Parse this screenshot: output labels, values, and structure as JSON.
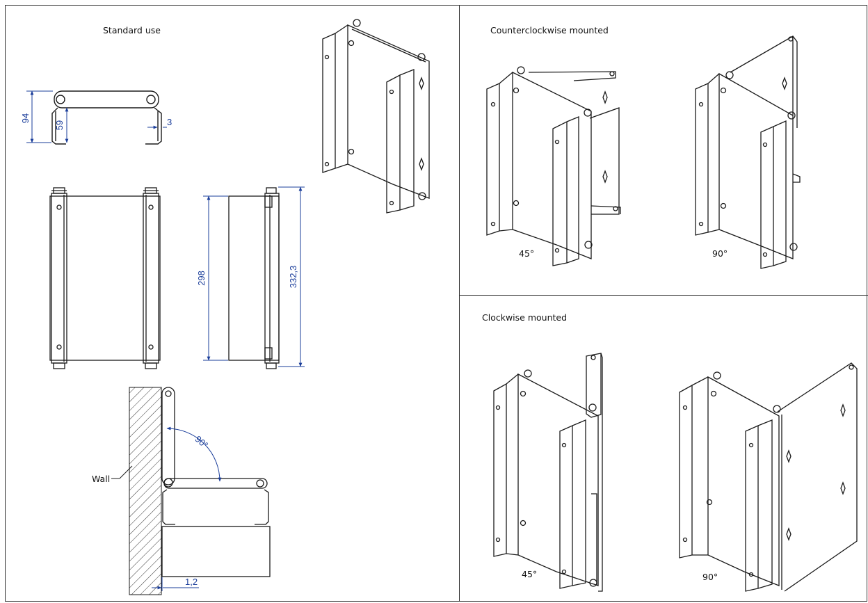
{
  "panels": {
    "standard": {
      "title": "Standard use"
    },
    "ccw": {
      "title": "Counterclockwise mounted",
      "angle_left": "45°",
      "angle_right": "90°"
    },
    "cw": {
      "title": "Clockwise mounted",
      "angle_left": "45°",
      "angle_right": "90°"
    }
  },
  "dimensions": {
    "d94": "94",
    "d59": "59",
    "d3": "3",
    "d298": "298",
    "d332": "332,3",
    "d90": "90°",
    "d1_2": "1,2"
  },
  "labels": {
    "wall": "Wall"
  },
  "colors": {
    "dimension": "#1a3d9a",
    "line": "#1a1a1a"
  }
}
